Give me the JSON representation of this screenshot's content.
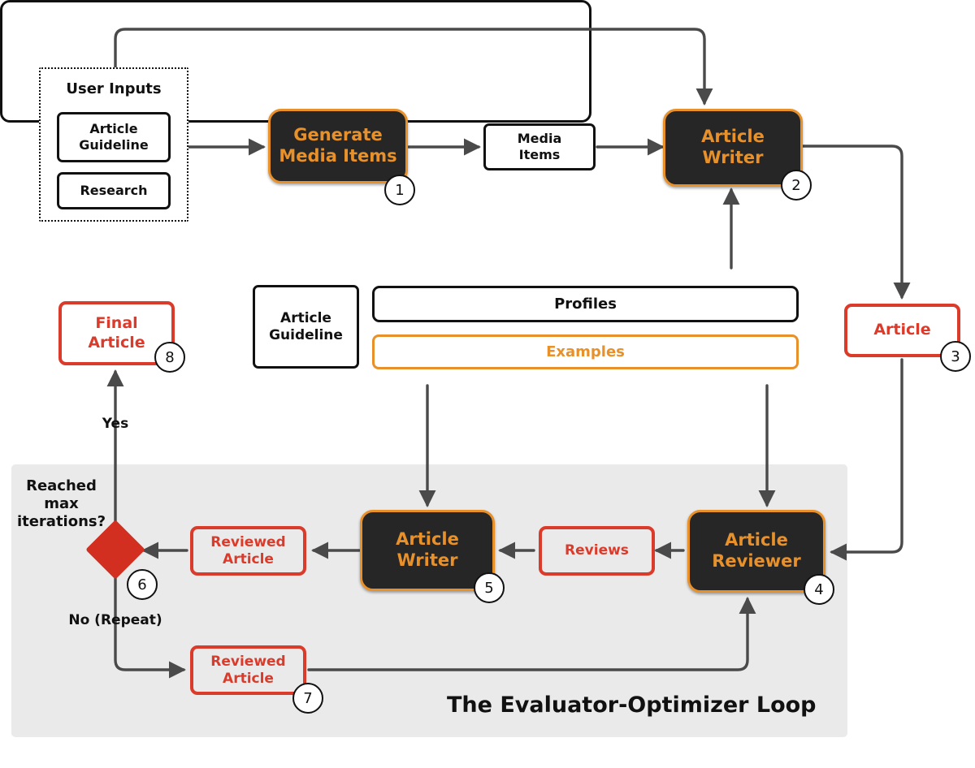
{
  "diagram": {
    "title": "The Evaluator-Optimizer Loop",
    "colors": {
      "agent_fill": "#262626",
      "agent_border": "#E8912B",
      "accent_orange": "#E8912B",
      "artifact_red": "#DA3B2B",
      "diamond_red": "#D32F21",
      "edge_gray": "#4A4A4A",
      "loop_bg": "#EAEAEA",
      "ink": "#111111"
    }
  },
  "user_inputs": {
    "title": "User Inputs",
    "items": [
      {
        "label": "Article\nGuideline"
      },
      {
        "label": "Research"
      }
    ]
  },
  "nodes": {
    "generate_media_items": {
      "label": "Generate\nMedia Items",
      "badge": "1",
      "kind": "agent"
    },
    "media_items": {
      "label": "Media\nItems",
      "badge": "",
      "kind": "artifact"
    },
    "article_writer_top": {
      "label": "Article\nWriter",
      "badge": "2",
      "kind": "agent"
    },
    "article": {
      "label": "Article",
      "badge": "3",
      "kind": "red"
    },
    "article_reviewer": {
      "label": "Article\nReviewer",
      "badge": "4",
      "kind": "agent"
    },
    "reviews": {
      "label": "Reviews",
      "badge": "",
      "kind": "red"
    },
    "article_writer_loop": {
      "label": "Article\nWriter",
      "badge": "5",
      "kind": "agent"
    },
    "reviewed_article_loop": {
      "label": "Reviewed\nArticle",
      "badge": "",
      "kind": "red"
    },
    "decision": {
      "label": "Reached\nmax\niterations?",
      "badge": "6",
      "kind": "diamond"
    },
    "reviewed_article_repeat": {
      "label": "Reviewed\nArticle",
      "badge": "7",
      "kind": "red"
    },
    "final_article": {
      "label": "Final\nArticle",
      "badge": "8",
      "kind": "red"
    }
  },
  "context_panel": {
    "article_guideline": "Article\nGuideline",
    "profiles": "Profiles",
    "examples": "Examples"
  },
  "edge_labels": {
    "yes": "Yes",
    "no_repeat": "No (Repeat)"
  }
}
